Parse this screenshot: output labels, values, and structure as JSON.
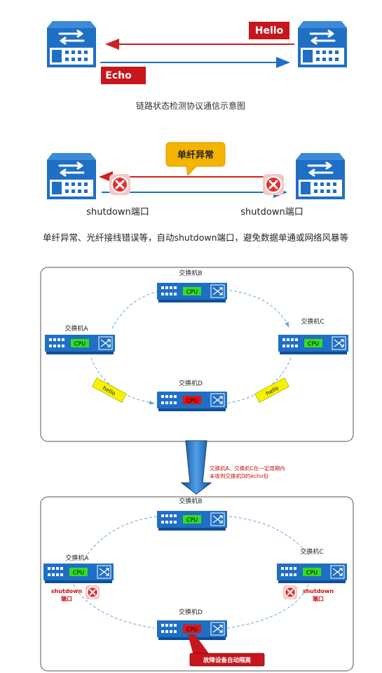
{
  "figure1": {
    "hello_label": "Hello",
    "echo_label": "Echo",
    "caption": "链路状态检测协议通信示意图"
  },
  "figure2": {
    "fiber_label": "单纤异常",
    "port_left": "shutdown端口",
    "port_right": "shutdown端口",
    "caption": "单纤异常、光纤接线错误等，自动shutdown端口，避免数据单通或网络风暴等"
  },
  "figure3": {
    "switch_b": "交换机B",
    "switch_a": "交换机A",
    "switch_c": "交换机C",
    "switch_d": "交换机D",
    "cpu": "CPU",
    "hello_left": "hello",
    "hello_right": "hello"
  },
  "transition": {
    "note_line1": "交换机A、交换机C在一定周期内",
    "note_line2": "未收到交换机D的echo包"
  },
  "figure4": {
    "switch_b": "交换机B",
    "switch_a": "交换机A",
    "switch_c": "交换机C",
    "switch_d": "交换机D",
    "cpu": "CPU",
    "shutdown_left_1": "shutdown",
    "shutdown_left_2": "端口",
    "shutdown_right_1": "shutdown",
    "shutdown_right_2": "端口",
    "isolate_label": "故障设备自动隔离"
  },
  "colors": {
    "switch_blue": "#1f6fc4",
    "cpu_green": "#33dd22",
    "cpu_red": "#e01414",
    "link_red": "#cc2222",
    "link_blue": "#1f6fc4",
    "hello_box": "#c8161d",
    "echo_box": "#c8161d",
    "callout_orange": "#f5b400",
    "ring_dash": "#6aa6da",
    "hello_tag": "#f6f200",
    "shutdown_red": "#c81010"
  }
}
